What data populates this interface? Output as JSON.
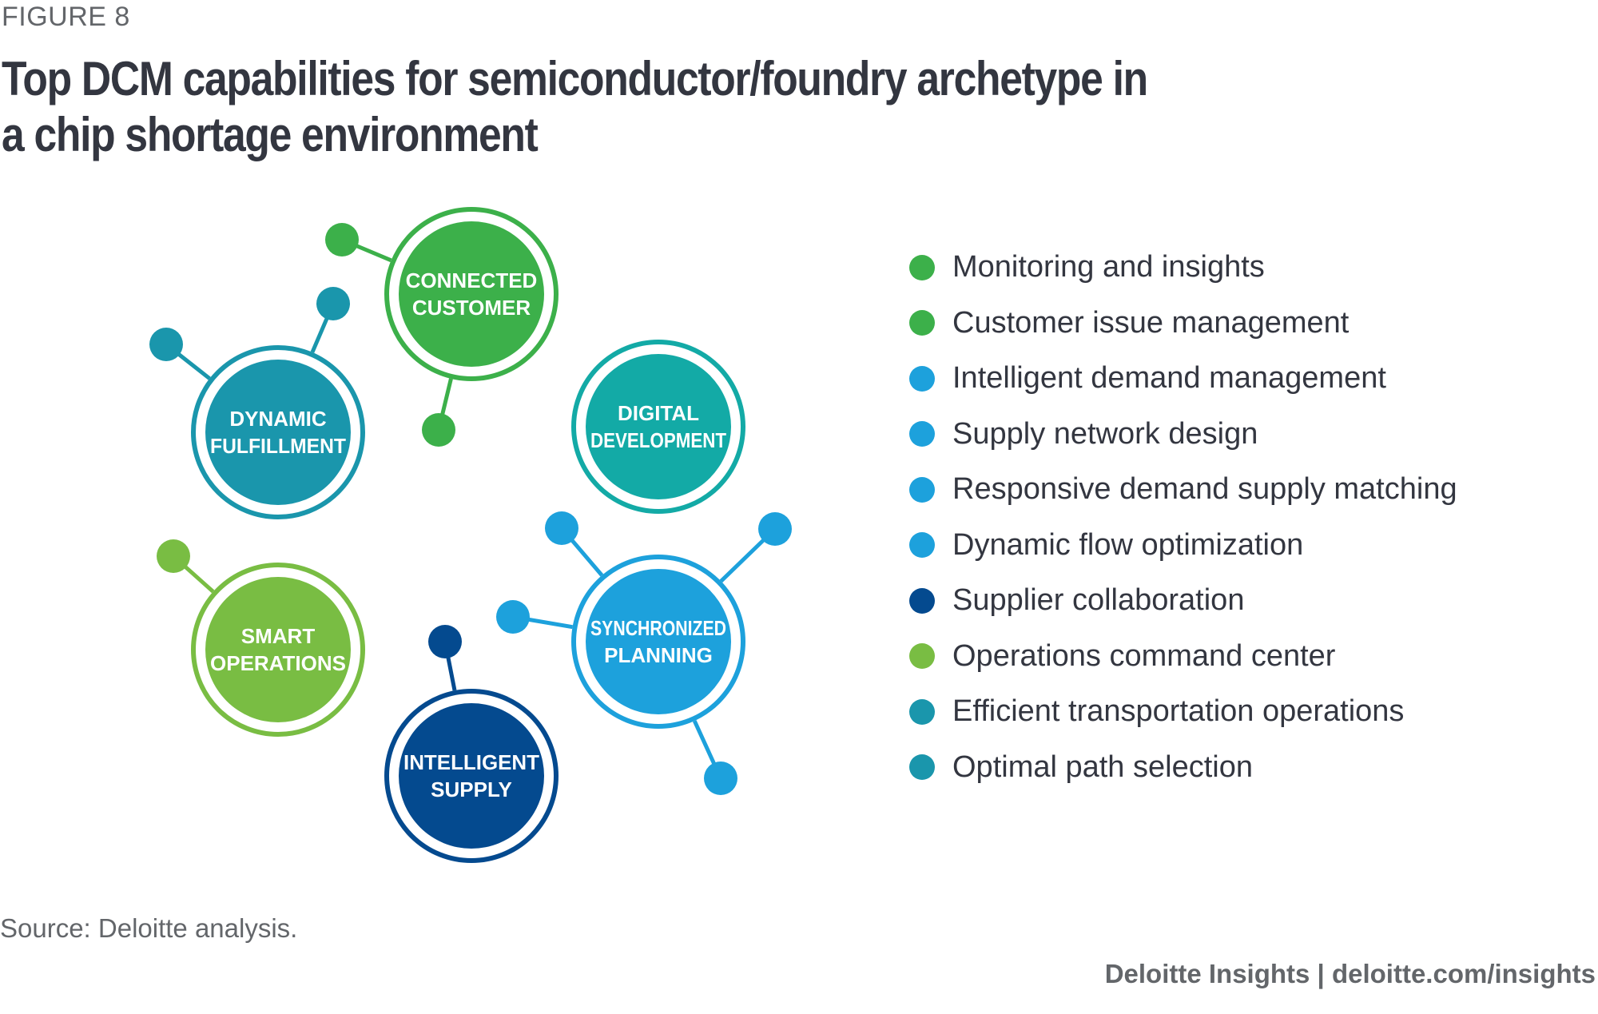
{
  "figure_label": "FIGURE 8",
  "title": "Top DCM capabilities for semiconductor/foundry archetype in a chip shortage environment",
  "colors": {
    "green": "#3cb04a",
    "teal_dark": "#1a96ac",
    "teal": "#13aaa6",
    "light_green": "#79bd43",
    "navy": "#044a8f",
    "sky_blue": "#1da1dc"
  },
  "nodes": [
    {
      "id": "connected-customer",
      "lines": [
        "CONNECTED",
        "CUSTOMER"
      ],
      "color": "#3cb04a"
    },
    {
      "id": "dynamic-fulfillment",
      "lines": [
        "DYNAMIC",
        "FULFILLMENT"
      ],
      "color": "#1a96ac"
    },
    {
      "id": "digital-development",
      "lines": [
        "DIGITAL",
        "DEVELOPMENT"
      ],
      "color": "#13aaa6"
    },
    {
      "id": "smart-operations",
      "lines": [
        "SMART",
        "OPERATIONS"
      ],
      "color": "#79bd43"
    },
    {
      "id": "intelligent-supply",
      "lines": [
        "INTELLIGENT",
        "SUPPLY"
      ],
      "color": "#044a8f"
    },
    {
      "id": "synchronized-planning",
      "lines": [
        "SYNCHRONIZED",
        "PLANNING"
      ],
      "color": "#1da1dc"
    }
  ],
  "legend": [
    {
      "label": "Monitoring and insights",
      "color": "#3cb04a"
    },
    {
      "label": "Customer issue management",
      "color": "#3cb04a"
    },
    {
      "label": "Intelligent demand management",
      "color": "#1da1dc"
    },
    {
      "label": "Supply network design",
      "color": "#1da1dc"
    },
    {
      "label": "Responsive demand supply matching",
      "color": "#1da1dc"
    },
    {
      "label": "Dynamic flow optimization",
      "color": "#1da1dc"
    },
    {
      "label": "Supplier collaboration",
      "color": "#044a8f"
    },
    {
      "label": "Operations command center",
      "color": "#79bd43"
    },
    {
      "label": "Efficient transportation operations",
      "color": "#1a96ac"
    },
    {
      "label": "Optimal path selection",
      "color": "#1a96ac"
    }
  ],
  "source": "Source: Deloitte analysis.",
  "credit": "Deloitte Insights | deloitte.com/insights"
}
